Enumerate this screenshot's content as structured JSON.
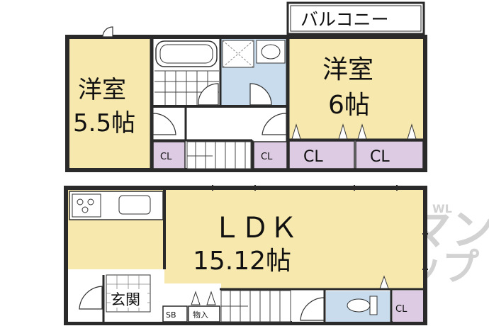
{
  "floor_plan": {
    "colors": {
      "wall": "#2a2a2a",
      "room": "#f7e8ad",
      "cl": "#dccbe2",
      "water": "#c8dced",
      "floor": "#ffffff",
      "watermark": "#d2d2d2"
    },
    "rooms": {
      "balcony": "バルコニー",
      "western_left_name": "洋室",
      "western_left_size": "5.5帖",
      "western_right_name": "洋室",
      "western_right_size": "6帖",
      "ldk_name": "ＬＤＫ",
      "ldk_size": "15.12帖",
      "entrance": "玄関",
      "shoe_box": "SB",
      "storage": "物入"
    },
    "closets": {
      "cl_left": "CL",
      "cl_center": "CL",
      "cl_right_1": "CL",
      "cl_right_2": "CL",
      "cl_bottom": "CL"
    },
    "watermark": {
      "line1": "アパマン",
      "line2": "ショップ",
      "side_text": "WL"
    }
  }
}
